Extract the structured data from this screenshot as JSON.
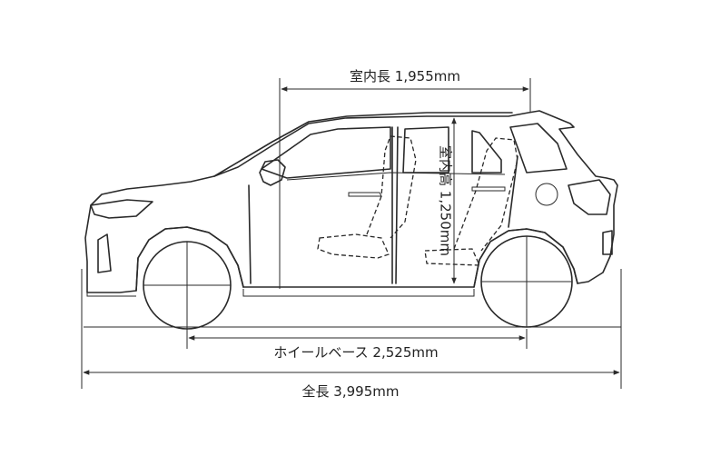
{
  "dimensions": {
    "interior_length": {
      "label": "室内長 1,955mm"
    },
    "interior_height": {
      "label": "室内高 1,250mm"
    },
    "wheelbase": {
      "label": "ホイールベース 2,525mm"
    },
    "overall_length": {
      "label": "全長 3,995mm"
    }
  },
  "colors": {
    "line": "#2a2a2a",
    "background": "#ffffff"
  }
}
